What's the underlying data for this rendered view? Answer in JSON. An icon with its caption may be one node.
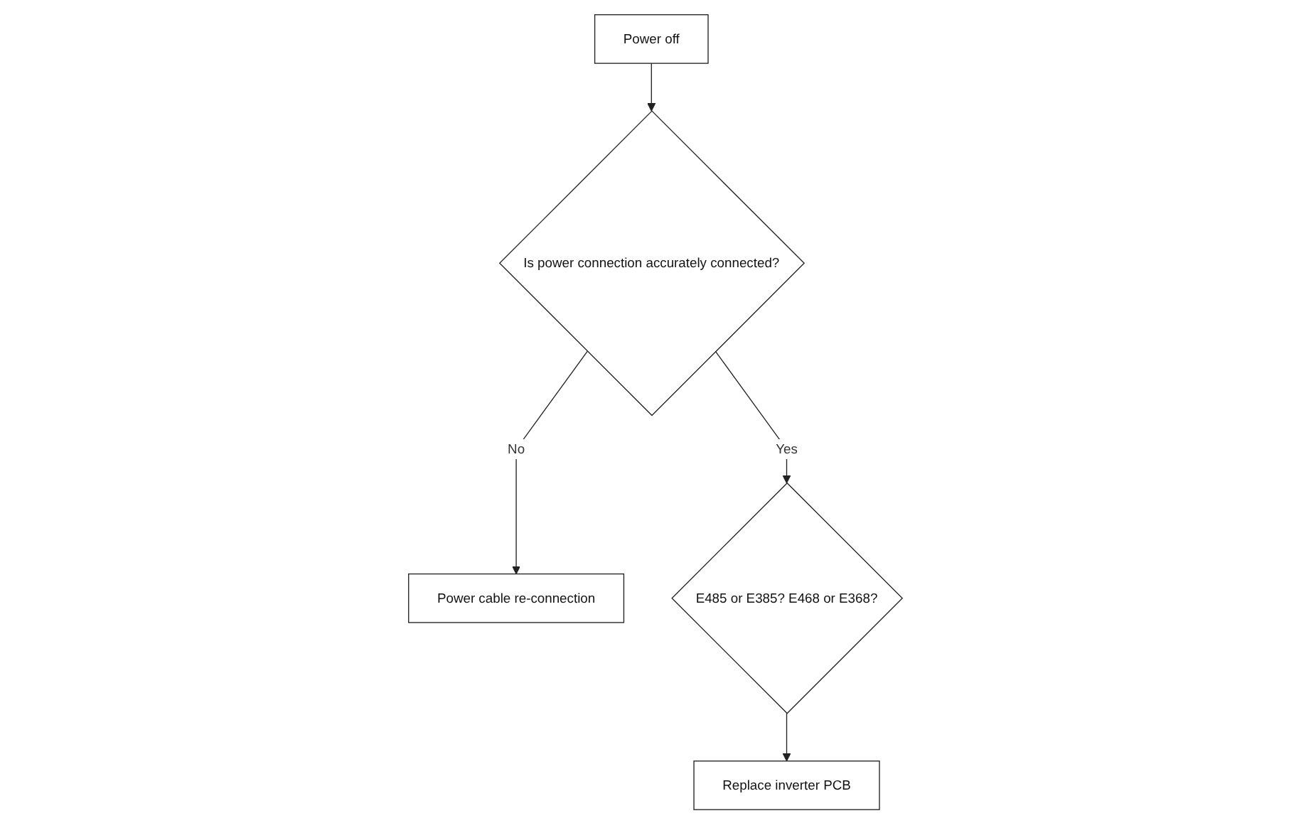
{
  "diagram": {
    "nodes": [
      {
        "text": [
          "Power off"
        ]
      },
      {
        "text": [
          "Is power connection accurately connected?"
        ]
      },
      {
        "text": [
          "Power cable re-connection"
        ]
      },
      {
        "text": [
          "E485 or E385? E468 or E368?"
        ]
      },
      {
        "text": [
          "Replace inverter PCB"
        ]
      }
    ],
    "edges": [
      {
        "from": 0,
        "to": 1,
        "arrow": "to"
      },
      {
        "from": 1,
        "to": 2,
        "arrow": "to",
        "label": "No"
      },
      {
        "from": 1,
        "to": 3,
        "arrow": "to",
        "label": "Yes"
      },
      {
        "from": 3,
        "to": 4,
        "arrow": "to"
      }
    ]
  }
}
